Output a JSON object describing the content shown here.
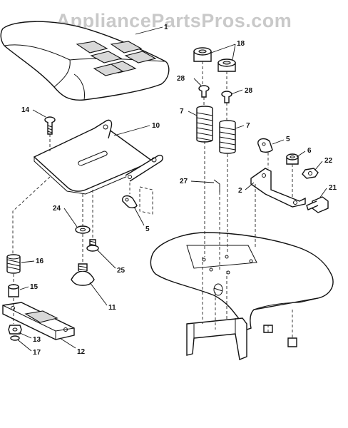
{
  "watermark": "AppliancePartsPros.com",
  "callouts": [
    "1",
    "18",
    "28",
    "28",
    "7",
    "7",
    "14",
    "10",
    "5",
    "6",
    "22",
    "27",
    "2",
    "21",
    "24",
    "5",
    "16",
    "25",
    "15",
    "11",
    "13",
    "17",
    "12"
  ]
}
